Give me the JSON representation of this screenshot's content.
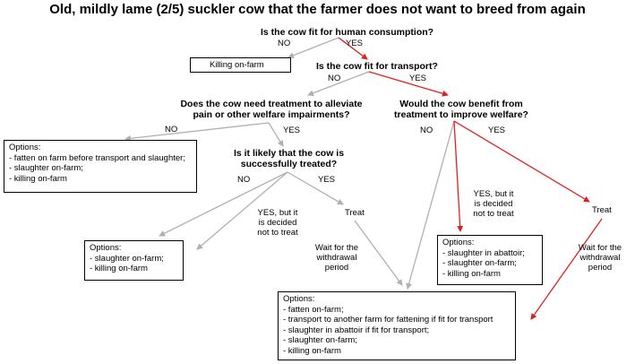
{
  "title": "Old, mildly lame (2/5) suckler cow that the farmer does not want to breed from again",
  "questions": {
    "q1": "Is the cow fit for human consumption?",
    "q2": "Is the cow fit for transport?",
    "q3_line1": "Does the cow need treatment to alleviate",
    "q3_line2": "pain or other welfare impairments?",
    "q4_line1": "Would the cow benefit from",
    "q4_line2": "treatment to improve welfare?",
    "q5_line1": "Is it likely that the cow is",
    "q5_line2": "successfully treated?"
  },
  "labels": {
    "no": "NO",
    "yes": "YES",
    "yes_but_1": "YES, but it",
    "yes_but_2": "is decided",
    "yes_but_3": "not to treat",
    "treat": "Treat",
    "wait_1": "Wait for the",
    "wait_2": "withdrawal",
    "wait_3": "period"
  },
  "boxes": {
    "killing": "Killing on-farm",
    "options_left": {
      "heading": "Options:",
      "items": [
        "- fatten on farm before transport and slaughter;",
        "- slaughter on-farm;",
        "- killing on-farm"
      ]
    },
    "options_mid": {
      "heading": "Options:",
      "items": [
        "- slaughter on-farm;",
        "- killing on-farm"
      ]
    },
    "options_right": {
      "heading": "Options:",
      "items": [
        "- slaughter in abattoir;",
        "- slaughter on-farm;",
        "- killing on-farm"
      ]
    },
    "options_bottom": {
      "heading": "Options:",
      "items": [
        "- fatten on-farm;",
        "- transport to another farm for fattening if fit for transport",
        "- slaughter in abattoir if fit for transport;",
        "- slaughter on-farm;",
        "- killing on-farm"
      ]
    }
  },
  "colors": {
    "arrow_grey": "#b0b0b0",
    "arrow_red": "#e02020"
  }
}
